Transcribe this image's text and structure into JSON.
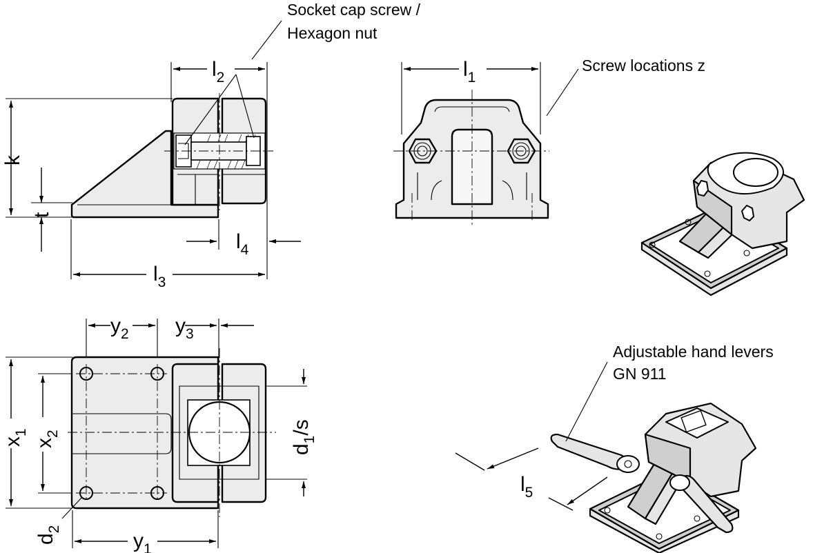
{
  "callouts": {
    "socket_screw": "Socket cap screw /",
    "hex_nut": "Hexagon nut",
    "screw_locations": "Screw locations z",
    "hand_levers": "Adjustable hand levers",
    "gn911": "GN 911"
  },
  "dimensions": {
    "l1": {
      "main": "l",
      "sub": "1"
    },
    "l2": {
      "main": "l",
      "sub": "2"
    },
    "l3": {
      "main": "l",
      "sub": "3"
    },
    "l4": {
      "main": "l",
      "sub": "4"
    },
    "l5": {
      "main": "l",
      "sub": "5"
    },
    "k": {
      "main": "k"
    },
    "t": {
      "main": "t"
    },
    "x1": {
      "main": "x",
      "sub": "1"
    },
    "x2": {
      "main": "x",
      "sub": "2"
    },
    "y1": {
      "main": "y",
      "sub": "1"
    },
    "y2": {
      "main": "y",
      "sub": "2"
    },
    "y3": {
      "main": "y",
      "sub": "3"
    },
    "d1s": {
      "main": "d",
      "sub": "1",
      "tail": "/s"
    },
    "d2": {
      "main": "d",
      "sub": "2"
    }
  }
}
